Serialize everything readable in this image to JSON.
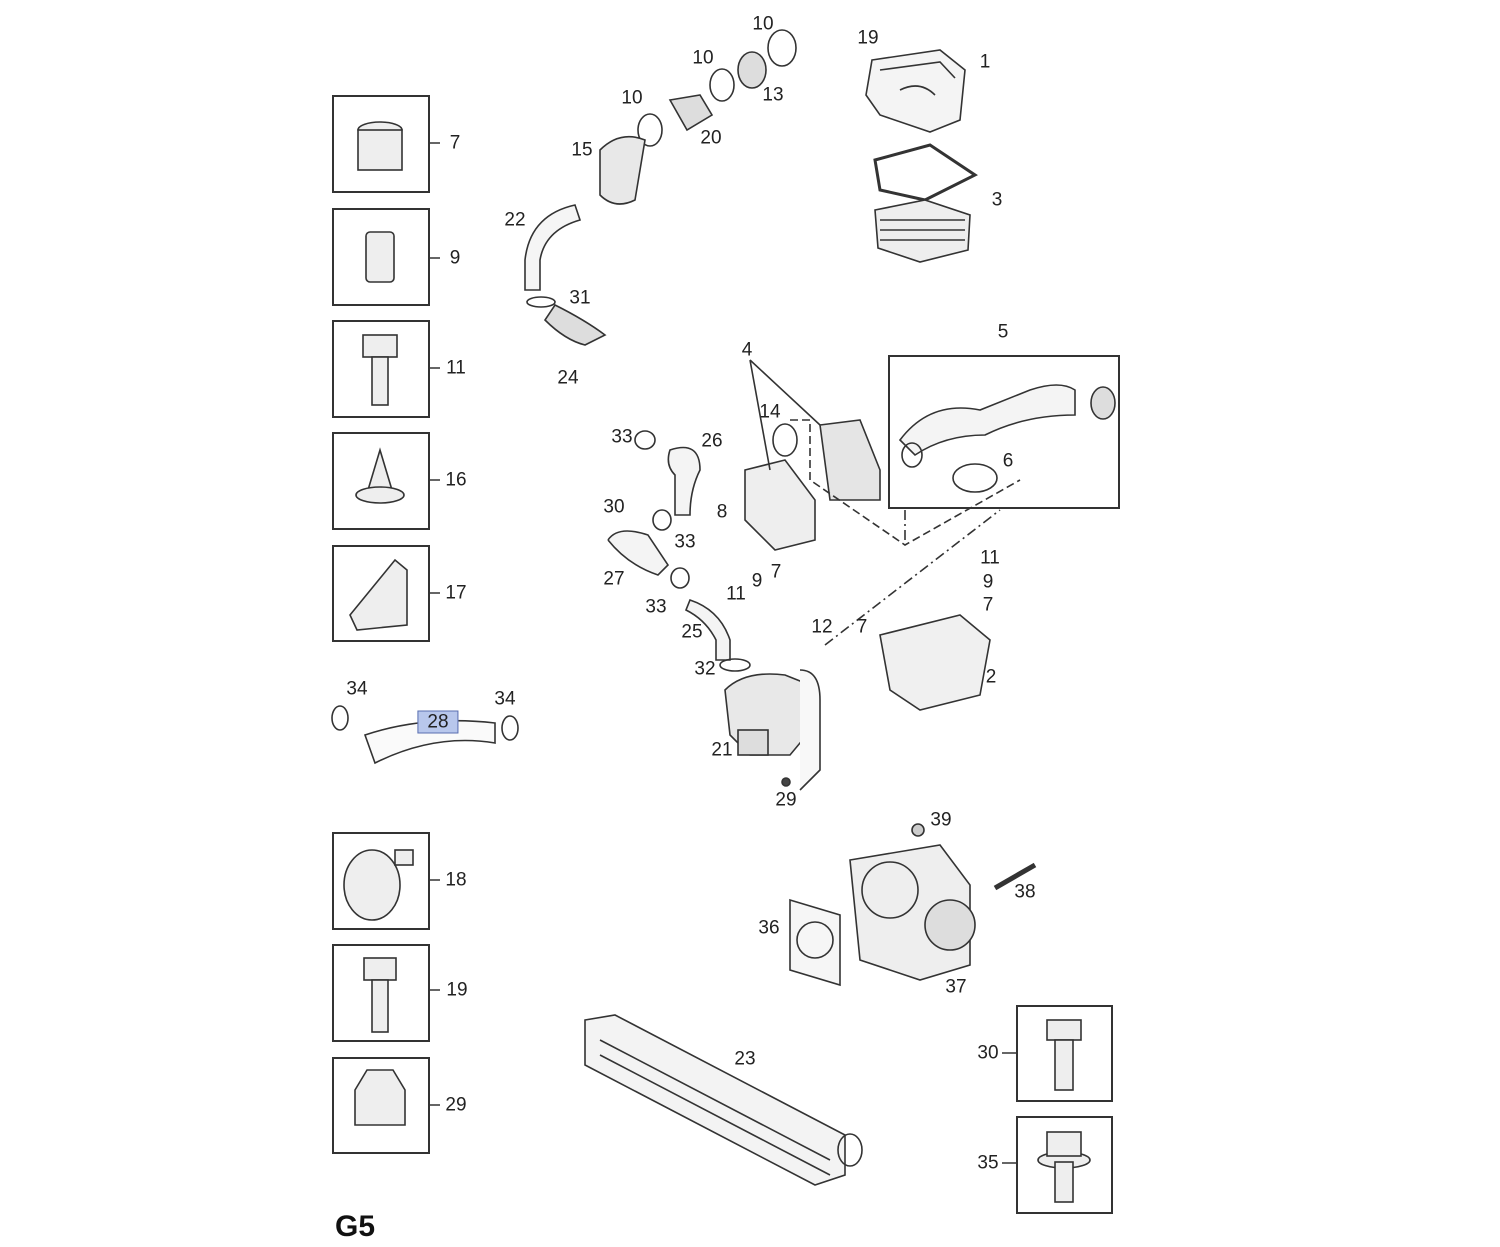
{
  "sheet_code": "G5",
  "highlighted_part": "28",
  "callouts": [
    {
      "id": "c10a",
      "text": "10"
    },
    {
      "id": "c10b",
      "text": "10"
    },
    {
      "id": "c10c",
      "text": "10"
    },
    {
      "id": "c19top",
      "text": "19"
    },
    {
      "id": "c1",
      "text": "1"
    },
    {
      "id": "c13",
      "text": "13"
    },
    {
      "id": "c20",
      "text": "20"
    },
    {
      "id": "c15",
      "text": "15"
    },
    {
      "id": "c3",
      "text": "3"
    },
    {
      "id": "c22",
      "text": "22"
    },
    {
      "id": "c31",
      "text": "31"
    },
    {
      "id": "c24",
      "text": "24"
    },
    {
      "id": "c5",
      "text": "5"
    },
    {
      "id": "c4",
      "text": "4"
    },
    {
      "id": "c14",
      "text": "14"
    },
    {
      "id": "c33a",
      "text": "33"
    },
    {
      "id": "c26",
      "text": "26"
    },
    {
      "id": "c6",
      "text": "6"
    },
    {
      "id": "c30a",
      "text": "30"
    },
    {
      "id": "c8",
      "text": "8"
    },
    {
      "id": "c33b",
      "text": "33"
    },
    {
      "id": "c11a",
      "text": "11"
    },
    {
      "id": "c9a",
      "text": "9"
    },
    {
      "id": "c7a",
      "text": "7"
    },
    {
      "id": "c7b",
      "text": "7"
    },
    {
      "id": "c9b",
      "text": "9"
    },
    {
      "id": "c11b",
      "text": "11"
    },
    {
      "id": "c27",
      "text": "27"
    },
    {
      "id": "c33c",
      "text": "33"
    },
    {
      "id": "c12",
      "text": "12"
    },
    {
      "id": "c7c",
      "text": "7"
    },
    {
      "id": "c25",
      "text": "25"
    },
    {
      "id": "c2",
      "text": "2"
    },
    {
      "id": "c32",
      "text": "32"
    },
    {
      "id": "c34a",
      "text": "34"
    },
    {
      "id": "c34b",
      "text": "34"
    },
    {
      "id": "c21",
      "text": "21"
    },
    {
      "id": "c29a",
      "text": "29"
    },
    {
      "id": "c39",
      "text": "39"
    },
    {
      "id": "c38",
      "text": "38"
    },
    {
      "id": "c36",
      "text": "36"
    },
    {
      "id": "c37",
      "text": "37"
    },
    {
      "id": "c23",
      "text": "23"
    }
  ],
  "detail_boxes": [
    {
      "part": "7"
    },
    {
      "part": "9"
    },
    {
      "part": "11"
    },
    {
      "part": "16"
    },
    {
      "part": "17"
    },
    {
      "part": "18"
    },
    {
      "part": "19"
    },
    {
      "part": "29"
    },
    {
      "part": "30"
    },
    {
      "part": "35"
    }
  ]
}
